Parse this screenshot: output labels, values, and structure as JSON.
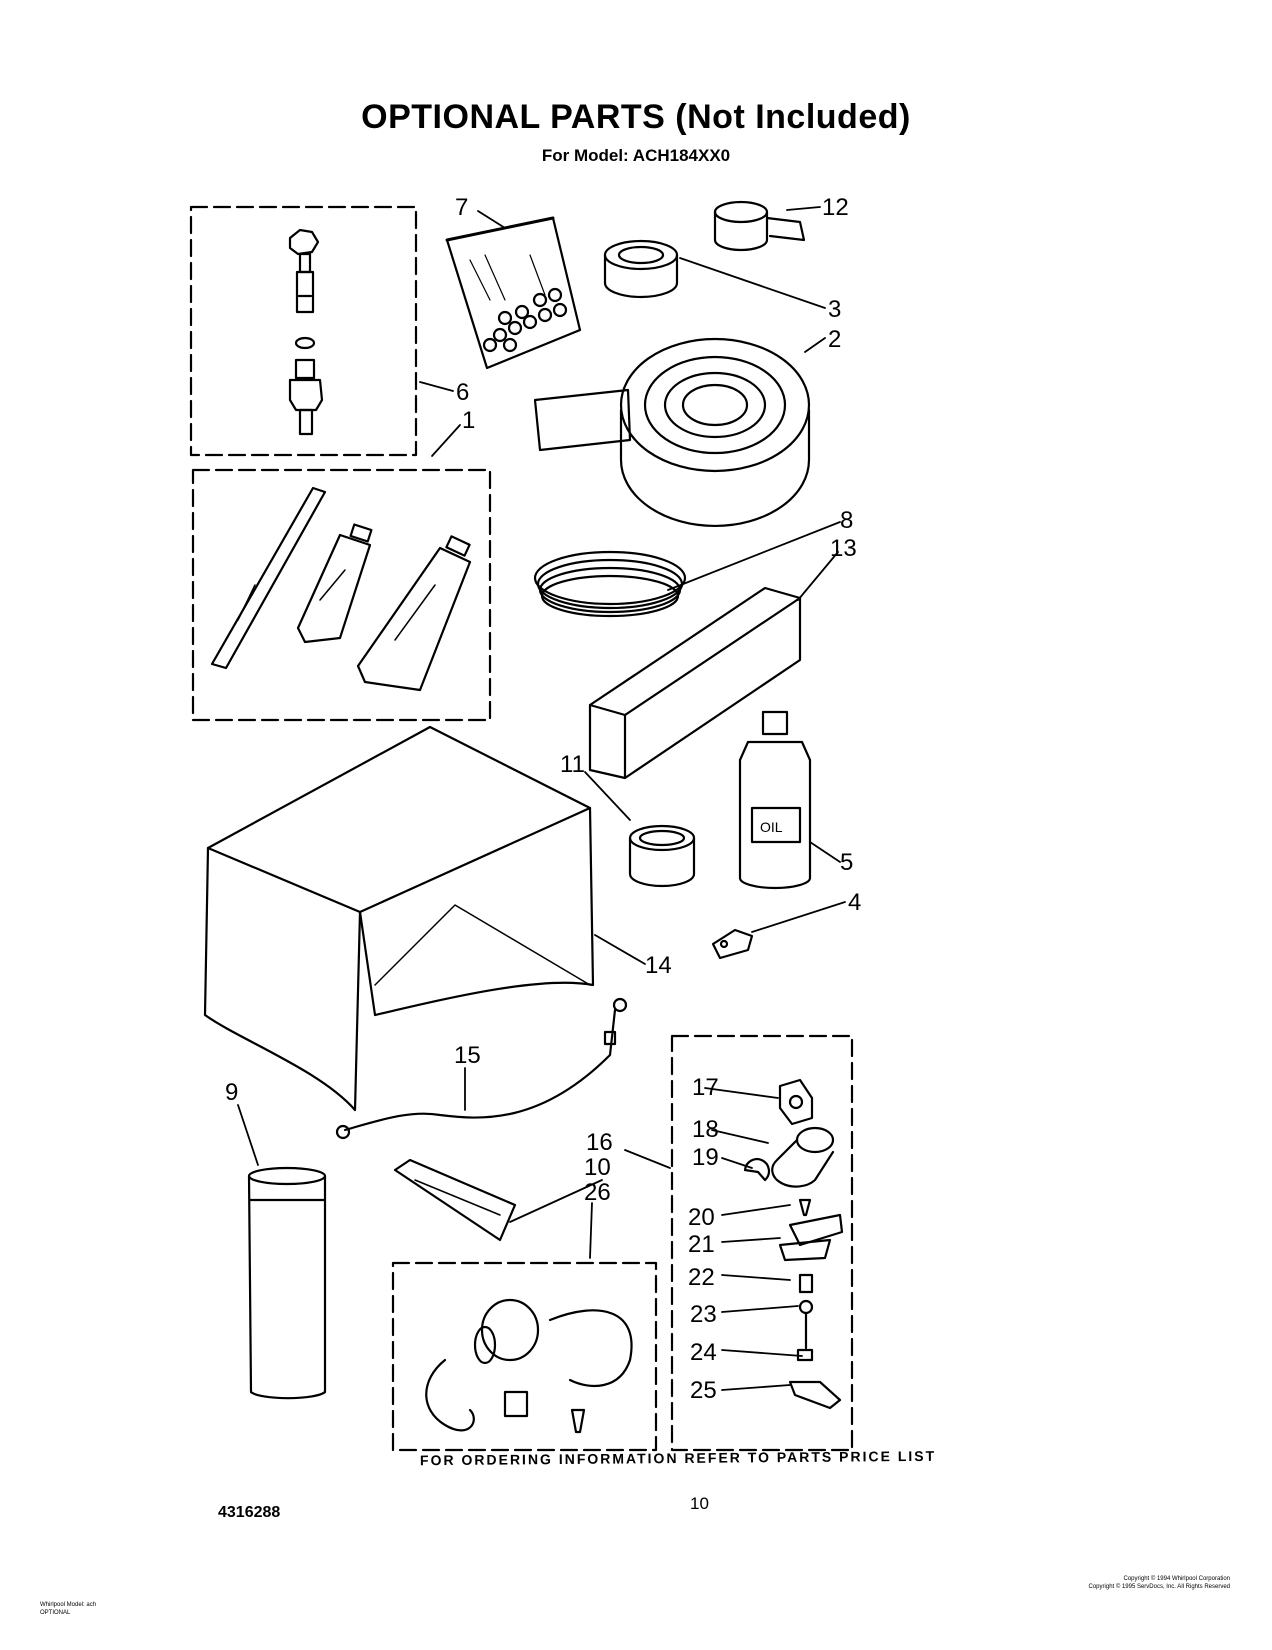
{
  "title": "OPTIONAL PARTS (Not Included)",
  "subtitle": "For Model: ACH184XX0",
  "callouts": [
    "7",
    "12",
    "3",
    "2",
    "6",
    "1",
    "8",
    "13",
    "11",
    "5",
    "4",
    "14",
    "15",
    "9",
    "17",
    "16",
    "10",
    "26",
    "18",
    "19",
    "20",
    "21",
    "22",
    "23",
    "24",
    "25"
  ],
  "labels": {
    "oil": "OIL",
    "ordering": "FOR ORDERING INFORMATION REFER TO PARTS PRICE LIST",
    "part_number": "4316288",
    "page_number": "10",
    "copyright_line1": "Copyright © 1994 Whirlpool Corporation",
    "copyright_line2": "Copyright © 1995 ServDocs, Inc. All Rights Reserved",
    "footer_line1": "Whirlpool Model: ach",
    "footer_line2": "OPTIONAL"
  }
}
